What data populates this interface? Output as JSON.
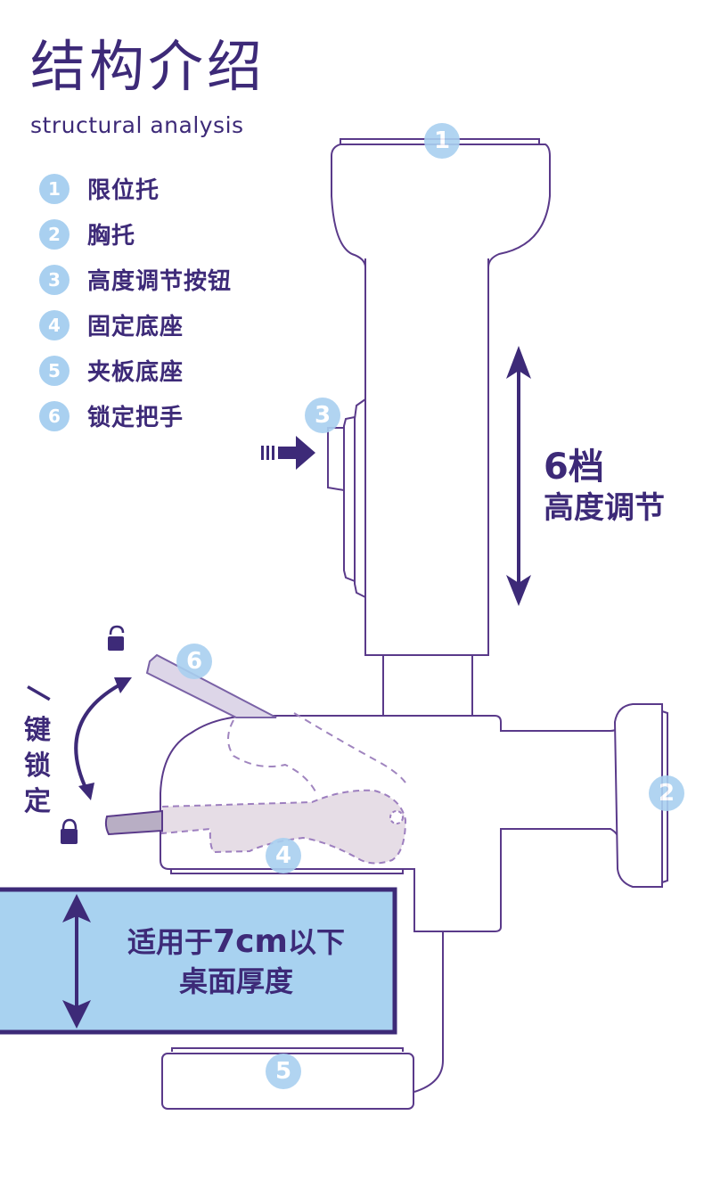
{
  "header": {
    "title": "结构介绍",
    "subtitle": "structural analysis"
  },
  "legend": [
    {
      "number": "1",
      "label": "限位托"
    },
    {
      "number": "2",
      "label": "胸托"
    },
    {
      "number": "3",
      "label": "高度调节按钮"
    },
    {
      "number": "4",
      "label": "固定底座"
    },
    {
      "number": "5",
      "label": "夹板底座"
    },
    {
      "number": "6",
      "label": "锁定把手"
    }
  ],
  "annotations": {
    "height_levels": "6档",
    "height_label": "高度调节",
    "one_key_lock": [
      "一",
      "键",
      "锁",
      "定"
    ],
    "desk_line1_prefix": "适用于",
    "desk_line1_value": "7cm",
    "desk_line1_suffix": "以下",
    "desk_line2": "桌面厚度"
  },
  "icons": {
    "unlocked": "padlock-open-icon",
    "locked": "padlock-closed-icon",
    "press_arrow": "arrow-right-icon"
  },
  "colors": {
    "outline": "#5a3a8a",
    "text": "#3d2a78",
    "badge": "#a9d0f0",
    "desk": "#a8d2f0",
    "handle": "#e6dde6"
  }
}
